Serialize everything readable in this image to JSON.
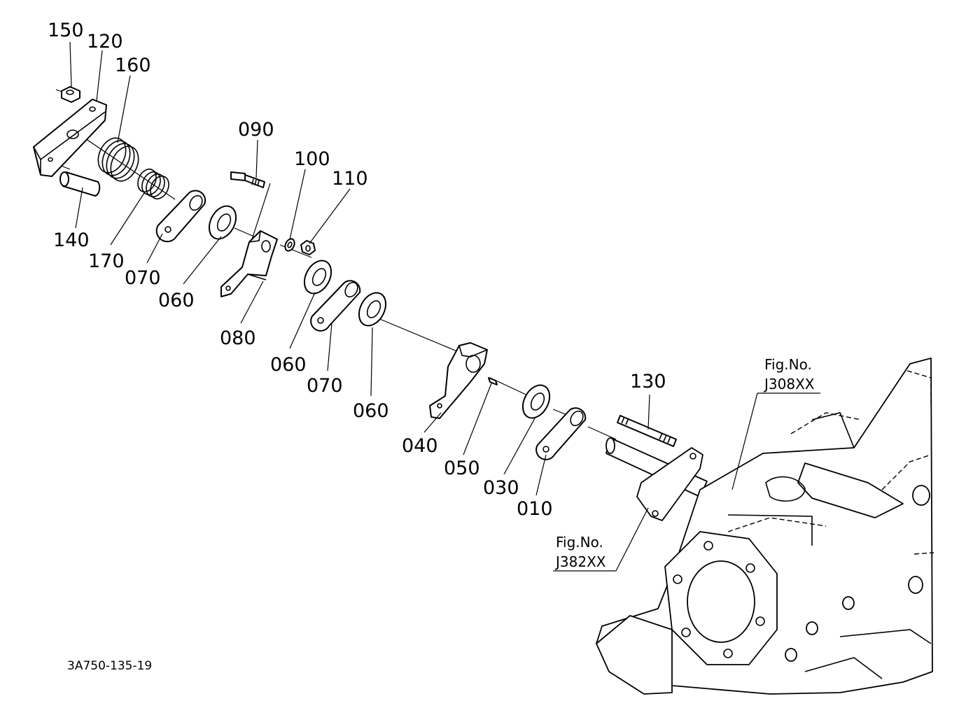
{
  "callouts": [
    {
      "id": "c150",
      "text": "150"
    },
    {
      "id": "c120",
      "text": "120"
    },
    {
      "id": "c160",
      "text": "160"
    },
    {
      "id": "c140",
      "text": "140"
    },
    {
      "id": "c170",
      "text": "170"
    },
    {
      "id": "c070a",
      "text": "070"
    },
    {
      "id": "c060a",
      "text": "060"
    },
    {
      "id": "c090",
      "text": "090"
    },
    {
      "id": "c100",
      "text": "100"
    },
    {
      "id": "c110",
      "text": "110"
    },
    {
      "id": "c080",
      "text": "080"
    },
    {
      "id": "c060b",
      "text": "060"
    },
    {
      "id": "c070b",
      "text": "070"
    },
    {
      "id": "c060c",
      "text": "060"
    },
    {
      "id": "c040",
      "text": "040"
    },
    {
      "id": "c050",
      "text": "050"
    },
    {
      "id": "c030",
      "text": "030"
    },
    {
      "id": "c010",
      "text": "010"
    },
    {
      "id": "c130",
      "text": "130"
    }
  ],
  "figure_refs": [
    {
      "label": "Fig.No.",
      "code": "J308XX"
    },
    {
      "label": "Fig.No.",
      "code": "J382XX"
    }
  ],
  "diagram_code": "3A750-135-19"
}
